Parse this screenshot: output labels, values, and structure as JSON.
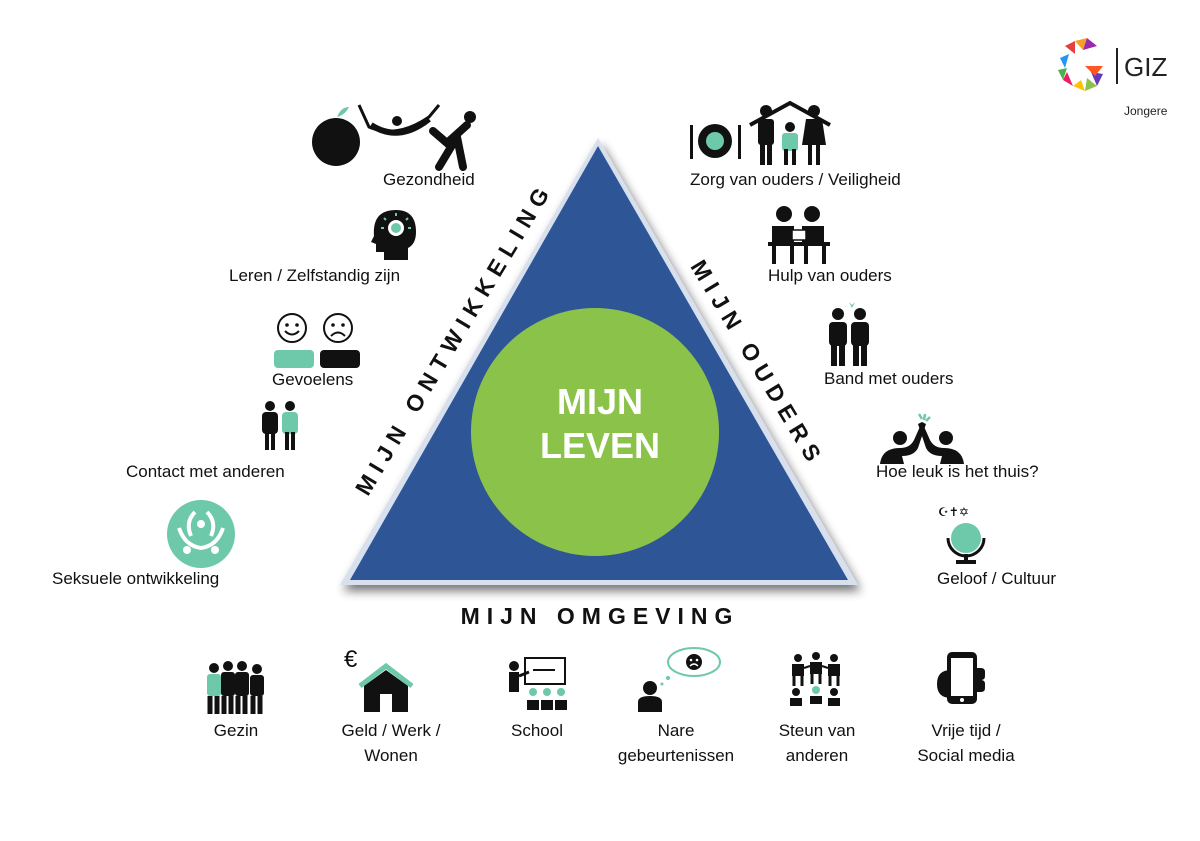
{
  "logo": {
    "brand": "GIZ",
    "subtitle": "Jongere"
  },
  "center": {
    "line1": "MIJN",
    "line2": "LEVEN"
  },
  "sides": {
    "left": "MIJN ONTWIKKELING",
    "right": "MIJN OUDERS",
    "bottom": "MIJN OMGEVING"
  },
  "left_items": [
    {
      "label": "Gezondheid",
      "icon": "health-icon"
    },
    {
      "label": "Leren / Zelfstandig zijn",
      "icon": "head-lightbulb-icon"
    },
    {
      "label": "Gevoelens",
      "icon": "feelings-faces-icon"
    },
    {
      "label": "Contact met anderen",
      "icon": "two-people-icon"
    },
    {
      "label": "Seksuele ontwikkeling",
      "icon": "sexual-development-icon"
    }
  ],
  "right_items": [
    {
      "label": "Zorg van ouders / Veiligheid",
      "icon": "family-care-icon"
    },
    {
      "label": "Hulp van ouders",
      "icon": "parents-help-icon"
    },
    {
      "label": "Band met ouders",
      "icon": "bond-icon"
    },
    {
      "label": "Hoe leuk is het thuis?",
      "icon": "high-five-icon"
    },
    {
      "label": "Geloof / Cultuur",
      "icon": "globe-religion-icon"
    }
  ],
  "bottom_items": [
    {
      "line1": "Gezin",
      "line2": "",
      "icon": "family-group-icon"
    },
    {
      "line1": "Geld / Werk /",
      "line2": "Wonen",
      "icon": "house-euro-icon",
      "symbol": "€"
    },
    {
      "line1": "School",
      "line2": "",
      "icon": "classroom-icon"
    },
    {
      "line1": "Nare",
      "line2": "gebeurtenissen",
      "icon": "sad-thought-icon"
    },
    {
      "line1": "Steun van",
      "line2": "anderen",
      "icon": "support-people-icon"
    },
    {
      "line1": "Vrije tijd /",
      "line2": "Social media",
      "icon": "phone-hand-icon"
    }
  ],
  "colors": {
    "triangle": "#2e5596",
    "triangle_edge": "#c9d4e6",
    "circle": "#8bc34a",
    "accent": "#6dc9a9",
    "icon": "#111111"
  }
}
